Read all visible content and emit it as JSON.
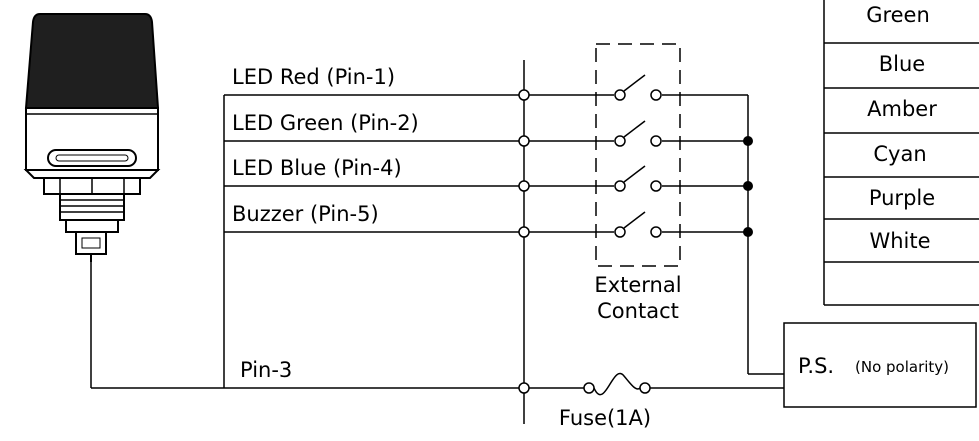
{
  "wires": {
    "red": "LED Red (Pin-1)",
    "green": "LED Green (Pin-2)",
    "blue": "LED Blue (Pin-4)",
    "buzzer": "Buzzer (Pin-5)",
    "pin3": "Pin-3"
  },
  "external_contact": {
    "line1": "External",
    "line2": "Contact"
  },
  "fuse": {
    "label": "Fuse(1A)"
  },
  "power_supply": {
    "label": "P.S.",
    "note": "(No polarity)"
  },
  "color_table": [
    "Green",
    "Blue",
    "Amber",
    "Cyan",
    "Purple",
    "White"
  ]
}
